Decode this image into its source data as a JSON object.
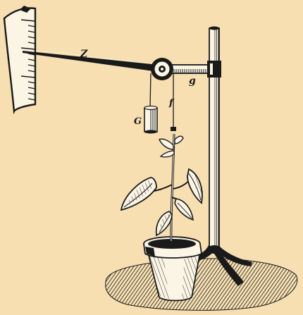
{
  "labels": {
    "pointer": "Z",
    "pulley": "g",
    "weight": "G",
    "thread": "f"
  },
  "scale": {
    "tick_count": 15
  },
  "colors": {
    "background": "#f7dfb2",
    "ink": "#1a1a1a",
    "paper": "#fbf5e6"
  }
}
